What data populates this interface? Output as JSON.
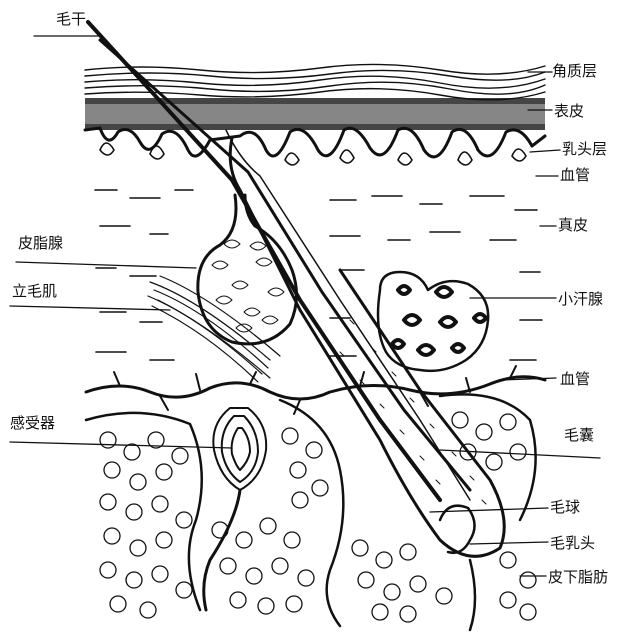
{
  "labels": {
    "hair_shaft": "毛干",
    "stratum_corneum": "角质层",
    "epidermis": "表皮",
    "papillary_layer": "乳头层",
    "blood_vessel_upper": "血管",
    "dermis": "真皮",
    "sebaceous_gland": "皮脂腺",
    "arrector_pili": "立毛肌",
    "sweat_gland": "小汗腺",
    "blood_vessel_lower": "血管",
    "receptor": "感受器",
    "hair_follicle": "毛囊",
    "hair_bulb": "毛球",
    "dermal_papilla": "毛乳头",
    "subcutaneous_fat": "皮下脂肪"
  },
  "colors": {
    "ink": "#111111",
    "paper": "#ffffff"
  }
}
